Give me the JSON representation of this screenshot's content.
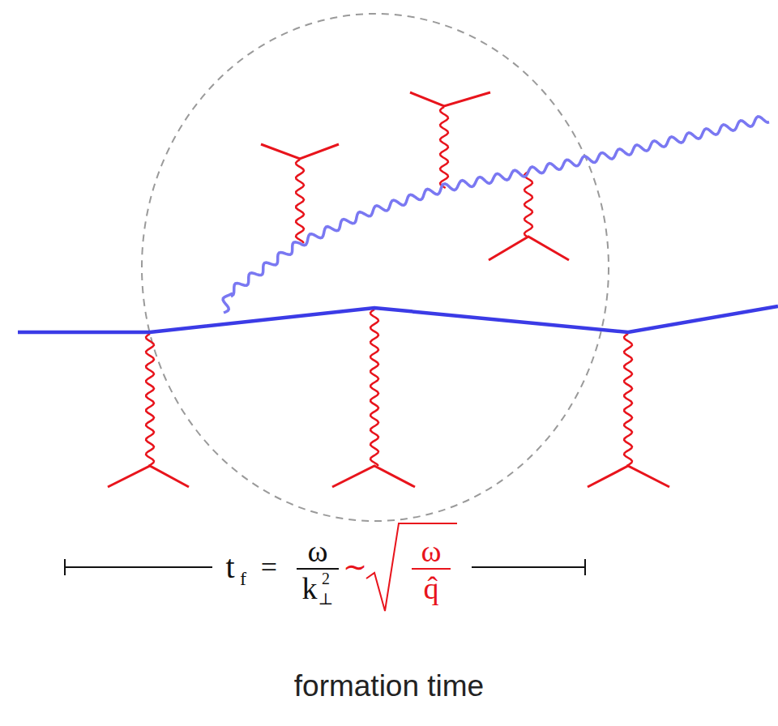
{
  "diagram": {
    "labels": [
      "t",
      "f",
      "=",
      "ω",
      "k",
      "⊥",
      "2",
      "∼",
      "ω",
      "q̂",
      "formation time"
    ]
  }
}
